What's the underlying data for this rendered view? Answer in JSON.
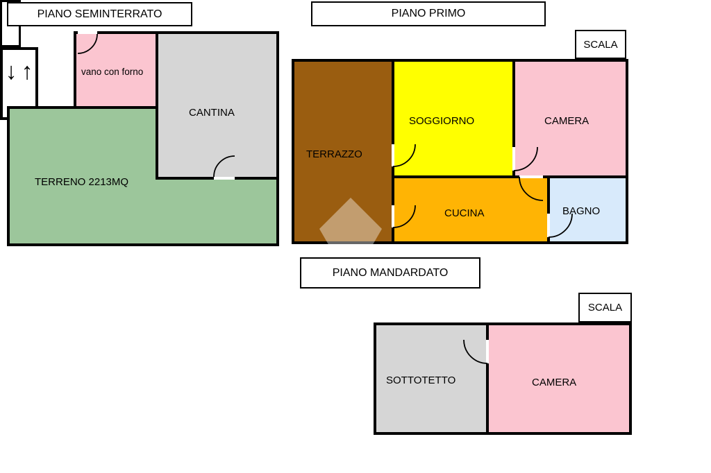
{
  "floors": {
    "seminterrato": {
      "title": "PIANO SEMINTERRATO",
      "rooms": {
        "vano": {
          "label": "vano con forno",
          "color": "#FBC5D0"
        },
        "cantina": {
          "label": "CANTINA",
          "color": "#D6D6D6"
        },
        "terreno": {
          "label": "TERRENO 2213MQ",
          "color": "#9CC69B"
        }
      }
    },
    "primo": {
      "title": "PIANO PRIMO",
      "scala_label": "SCALA",
      "stairs": {
        "down_arrow": "↓",
        "up_arrow": "↑"
      },
      "rooms": {
        "terrazzo": {
          "label": "TERRAZZO",
          "color": "#9A5D10"
        },
        "soggiorno": {
          "label": "SOGGIORNO",
          "color": "#FFFF00"
        },
        "camera": {
          "label": "CAMERA",
          "color": "#FBC5D0"
        },
        "cucina": {
          "label": "CUCINA",
          "color": "#FFB404"
        },
        "bagno": {
          "label": "BAGNO",
          "color": "#D8EAFB"
        }
      }
    },
    "mansardato": {
      "title": "PIANO MANDARDATO",
      "scala_label": "SCALA",
      "rooms": {
        "sottotetto": {
          "label": "SOTTOTETTO",
          "color": "#D6D6D6"
        },
        "camera": {
          "label": "CAMERA",
          "color": "#FBC5D0"
        }
      }
    }
  },
  "wall_color": "#000000"
}
